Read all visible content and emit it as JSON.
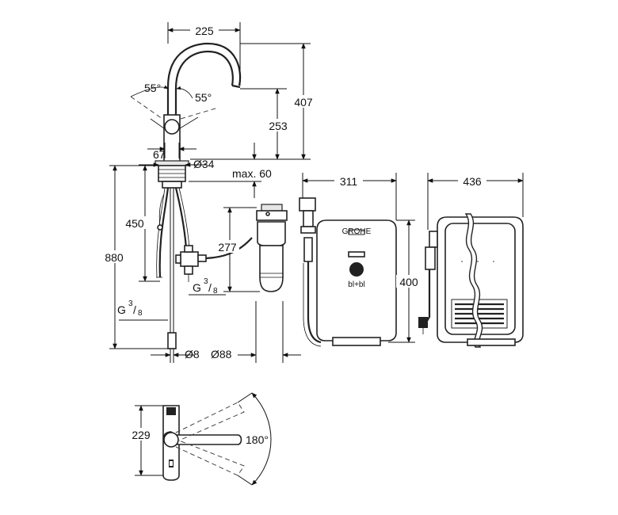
{
  "diagram": {
    "dimensions": {
      "width_spout": "225",
      "height_total": "407",
      "height_spout": "253",
      "angle_left": "55°",
      "angle_right": "55°",
      "body_width": "67",
      "hole_diameter": "Ø34",
      "max_thickness": "max. 60",
      "tank_width": "311",
      "tank_depth": "436",
      "hose_length": "450",
      "total_length": "880",
      "filter_height": "277",
      "tank_height": "400",
      "thread_left": "G",
      "thread_left_num": "3",
      "thread_left_den": "8",
      "thread_right": "G",
      "thread_right_num": "3",
      "thread_right_den": "8",
      "hose_diameter": "Ø8",
      "filter_diameter": "Ø88",
      "plan_depth": "229",
      "swivel_angle": "180°"
    },
    "labels": {
      "logo_plate": "GROHE",
      "display_text": "bl+bl"
    }
  }
}
